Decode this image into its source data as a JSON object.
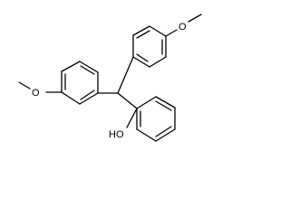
{
  "molecule": {
    "atoms": {
      "o_top": "O",
      "o_left": "O",
      "hydroxyl": "HO"
    }
  }
}
